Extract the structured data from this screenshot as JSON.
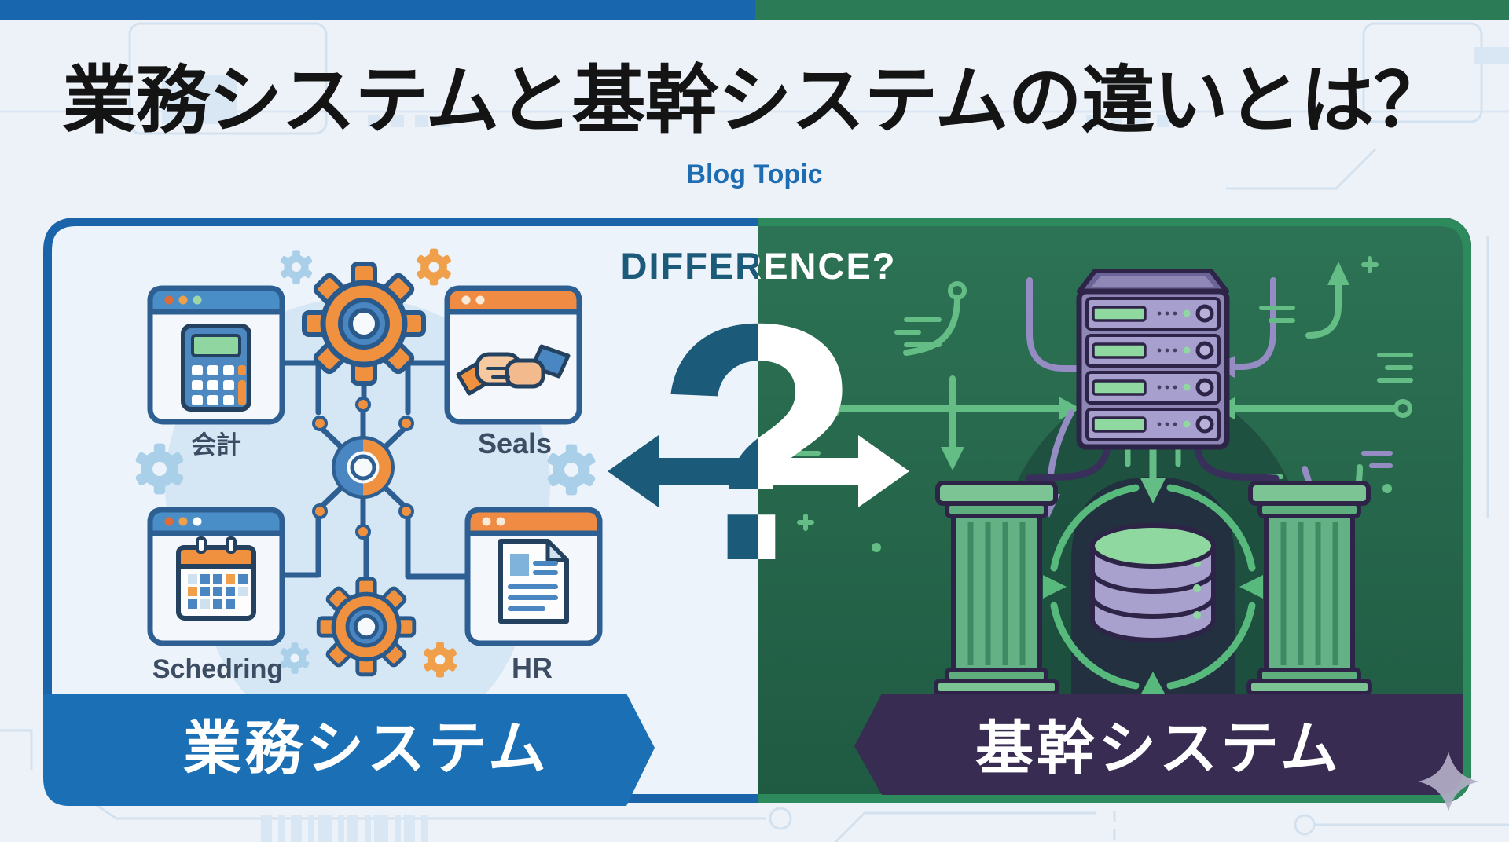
{
  "header": {
    "title": "業務システムと基幹システムの違いとは？",
    "subtitle": "Blog Topic"
  },
  "comparison": {
    "question_label": "DIFFERENCE?",
    "question_mark": "?"
  },
  "left_panel": {
    "banner_label": "業務システム",
    "items": [
      {
        "label": "会計"
      },
      {
        "label": "Seals"
      },
      {
        "label": "Schedring"
      },
      {
        "label": "HR"
      }
    ]
  },
  "right_panel": {
    "banner_label": "基幹システム"
  },
  "colors": {
    "topbar_blue": "#1766ae",
    "topbar_green": "#2b7b57",
    "left_border_blue": "#1a65a9",
    "left_banner_blue": "#1b6fb5",
    "right_panel_green": "#28684c",
    "right_border_green": "#2d8a5c",
    "right_banner_purple": "#382c52",
    "difference_dark": "#1c5a7a",
    "accent_orange": "#f0913f",
    "accent_blue": "#4a86c2",
    "slot_green": "#8fd9a1"
  }
}
